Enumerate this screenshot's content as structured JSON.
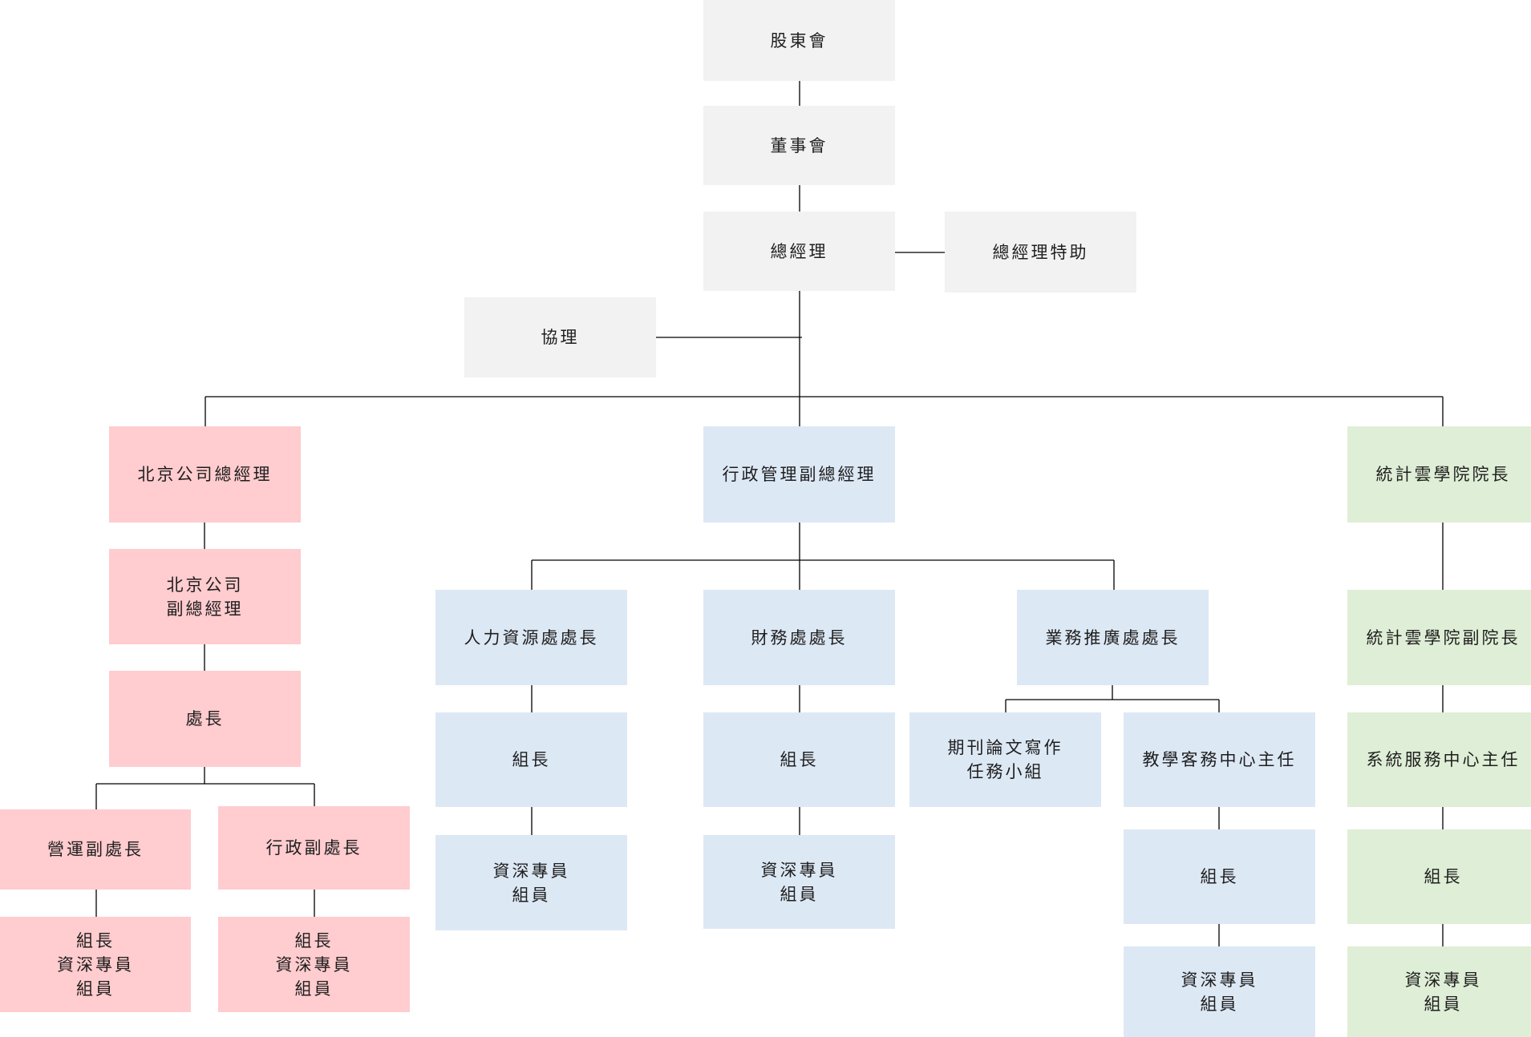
{
  "boxes": [
    {
      "key": "shareholders",
      "text": "股東會"
    },
    {
      "key": "board",
      "text": "董事會"
    },
    {
      "key": "gm",
      "text": "總經理"
    },
    {
      "key": "gm_assistant",
      "text": "總經理特助"
    },
    {
      "key": "assistant_manager",
      "text": "協理"
    },
    {
      "key": "beijing_gm",
      "text": "北京公司總經理"
    },
    {
      "key": "beijing_deputy_gm",
      "text": "北京公司\n副總經理"
    },
    {
      "key": "beijing_director",
      "text": "處長"
    },
    {
      "key": "ops_deputy_director",
      "text": "營運副處長"
    },
    {
      "key": "admin_deputy_director",
      "text": "行政副處長"
    },
    {
      "key": "ops_staff",
      "text": "組長\n資深專員\n組員"
    },
    {
      "key": "admin_staff",
      "text": "組長\n資深專員\n組員"
    },
    {
      "key": "admin_vgm",
      "text": "行政管理副總經理"
    },
    {
      "key": "hr_director",
      "text": "人力資源處處長"
    },
    {
      "key": "finance_director",
      "text": "財務處處長"
    },
    {
      "key": "biz_director",
      "text": "業務推廣處處長"
    },
    {
      "key": "hr_leader",
      "text": "組長"
    },
    {
      "key": "finance_leader",
      "text": "組長"
    },
    {
      "key": "hr_staff",
      "text": "資深專員\n組員"
    },
    {
      "key": "finance_staff",
      "text": "資深專員\n組員"
    },
    {
      "key": "journal_team",
      "text": "期刊論文寫作\n任務小組"
    },
    {
      "key": "teaching_center",
      "text": "教學客務中心主任"
    },
    {
      "key": "teaching_leader",
      "text": "組長"
    },
    {
      "key": "teaching_staff",
      "text": "資深專員\n組員"
    },
    {
      "key": "academy_dean",
      "text": "統計雲學院院長"
    },
    {
      "key": "academy_vice_dean",
      "text": "統計雲學院副院長"
    },
    {
      "key": "system_center",
      "text": "系統服務中心主任"
    },
    {
      "key": "system_leader",
      "text": "組長"
    },
    {
      "key": "system_staff",
      "text": "資深專員\n組員"
    }
  ]
}
